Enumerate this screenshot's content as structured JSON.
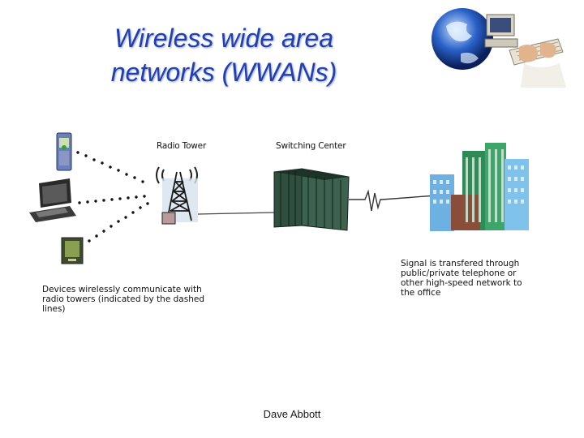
{
  "slide": {
    "title_line1": "Wireless wide area",
    "title_line2": "networks (WWANs)",
    "footer": "Dave Abbott"
  },
  "diagram": {
    "label_radio_tower": "Radio Tower",
    "label_switching_center": "Switching Center",
    "caption_devices": "Devices wirelessly communicate with radio towers (indicated by the dashed lines)",
    "caption_signal": "Signal is transfered through public/private telephone or other high-speed network to the office"
  },
  "colors": {
    "title": "#1f3fb5",
    "building": "#2f4f3f",
    "office_blue": "#6db1e3",
    "office_green": "#2e8b57"
  },
  "icons": [
    "globe-computer-logo",
    "pda-phone-icon",
    "laptop-icon",
    "handheld-icon",
    "radio-tower-icon",
    "switching-center-building-icon",
    "office-buildings-icon"
  ]
}
